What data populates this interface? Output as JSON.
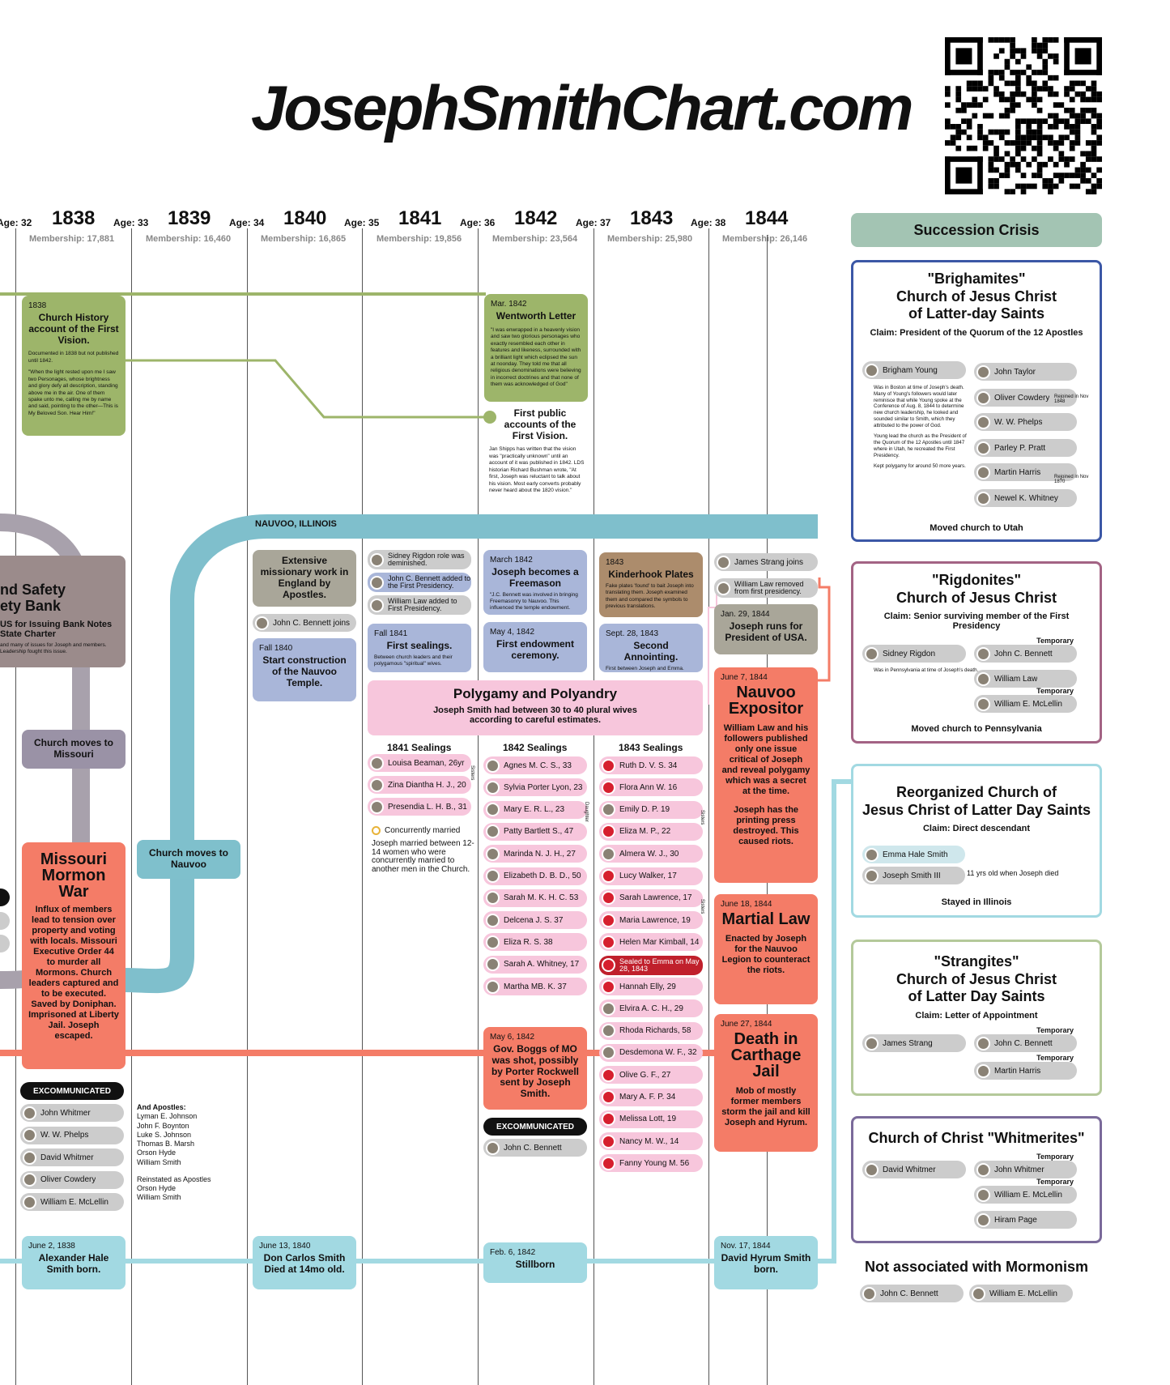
{
  "site": {
    "title": "JosephSmithChart.com"
  },
  "colors": {
    "green": "#9db56a",
    "blue_line": "#7fbfcc",
    "mauve": "#9b8b8b",
    "salmon": "#f47c67",
    "pink": "#f7c6dc",
    "light_teal": "#a2d9e2"
  },
  "timeline": [
    {
      "year": "1838",
      "age_prev": "Age: 32",
      "membership": "Membership: 17,881"
    },
    {
      "year": "1839",
      "age_prev": "Age: 33",
      "membership": "Membership: 16,460"
    },
    {
      "year": "1840",
      "age_prev": "Age: 34",
      "membership": "Membership: 16,865"
    },
    {
      "year": "1841",
      "age_prev": "Age: 35",
      "membership": "Membership: 19,856"
    },
    {
      "year": "1842",
      "age_prev": "Age: 36",
      "membership": "Membership: 23,564"
    },
    {
      "year": "1843",
      "age_prev": "Age: 37",
      "membership": "Membership: 25,980"
    },
    {
      "year": "1844",
      "age_prev": "Age: 38",
      "membership": "Membership: 26,146"
    }
  ],
  "nauvoo_label": "NAUVOO, ILLINOIS",
  "events": {
    "history_1838": {
      "date": "1838",
      "title": "Church History account of the First Vision.",
      "note": "Documented in 1838 but not published until 1842.",
      "quote": "\"When the light rested upon me I saw two Personages, whose brightness and glory defy all description, standing above me in the air. One of them spake unto me, calling me by name and said, pointing to the other—This is My Beloved Son. Hear Him!\""
    },
    "wentworth": {
      "date": "Mar. 1842",
      "title": "Wentworth Letter",
      "quote": "\"I was enwrapped in a heavenly vision and saw two glorious personages who exactly resembled each other in features and likeness, surrounded with a brilliant light which eclipsed the sun at noonday. They told me that all religious denominations were believing in incorrect doctrines and that none of them was acknowledged of God\""
    },
    "first_public": {
      "title": "First public accounts of the First Vision.",
      "note": "Jan Shipps has written that the vision was \"practically unknown\" until an account of it was published in 1842. LDS historian Richard Bushman wrote, \"At first, Joseph was reluctant to talk about his vision. Most early converts probably never heard about the 1820 vision.\""
    },
    "safety_bank": {
      "title1": "nd Safety",
      "title2": "ety Bank",
      "sub": "US for Issuing Bank Notes State Charter",
      "note": "and many of issues for Joseph and members. Leadership fought this issue."
    },
    "church_moves_missouri": {
      "title": "Church moves to Missouri"
    },
    "mormon_war": {
      "title": "Missouri Mormon War",
      "body": "Influx of members lead to tension over property and voting with locals. Missouri Executive Order 44 to murder all Mormons. Church leaders captured and to be executed. Saved by Doniphan. Imprisoned at Liberty Jail. Joseph escaped."
    },
    "church_moves_nauvoo": {
      "title": "Church moves to Nauvoo"
    },
    "missionary": {
      "title": "Extensive missionary work in England by Apostles."
    },
    "bennett_joins": "John C. Bennett joins",
    "temple": {
      "date": "Fall 1840",
      "title": "Start construction of the Nauvoo Temple."
    },
    "rigdon_role": "Sidney Rigdon role was deminished.",
    "bennett_added": "John C. Bennett added to the First Presidency.",
    "law_added": "William Law added to First Presidency.",
    "first_sealings": {
      "date": "Fall 1841",
      "title": "First sealings.",
      "note": "Between church leaders and their polygamous \"spiritual\" wives."
    },
    "freemason": {
      "date": "March 1842",
      "title": "Joseph becomes a Freemason",
      "note": "\"J.C. Bennett was involved in bringing Freemasonry to Nauvoo. This influenced the temple endowment."
    },
    "endowment": {
      "date": "May 4, 1842",
      "title": "First endowment ceremony."
    },
    "kinderhook": {
      "date": "1843",
      "title": "Kinderhook Plates",
      "note": "Fake plates 'found' to bait Joseph into translating them. Joseph examined them and compared the symbols to previous translations."
    },
    "anointing": {
      "date": "Sept. 28, 1843",
      "title": "Second Annointing.",
      "note": "First between Joseph and Emma."
    },
    "strang_joins": "James Strang joins",
    "law_removed": "William Law removed from first presidency.",
    "president": {
      "date": "Jan. 29, 1844",
      "title": "Joseph runs for President of USA."
    },
    "polygamy": {
      "title": "Polygamy and Polyandry",
      "body": "Joseph Smith had between 30 to 40 plural wives according to careful estimates."
    },
    "expositor": {
      "date": "June 7, 1844",
      "title": "Nauvoo Expositor",
      "body": "William Law and his followers published only one issue critical of Joseph and reveal polygamy which was a secret at the time.",
      "body2": "Joseph has the printing press destroyed. This caused riots."
    },
    "martial": {
      "date": "June 18, 1844",
      "title": "Martial Law",
      "body": "Enacted by Joseph for the Nauvoo Legion to counteract the riots."
    },
    "carthage": {
      "date": "June 27, 1844",
      "title": "Death in Carthage Jail",
      "body": "Mob of mostly former members storm the jail and kill Joseph and Hyrum."
    },
    "boggs": {
      "date": "May 6, 1842",
      "title": "Gov. Boggs of MO was shot, possibly by Porter Rockwell sent by Joseph Smith."
    },
    "alexander": {
      "date": "June 2, 1838",
      "title": "Alexander Hale Smith born."
    },
    "don_carlos": {
      "date": "June 13, 1840",
      "title": "Don Carlos Smith Died at 14mo old."
    },
    "stillborn": {
      "date": "Feb. 6, 1842",
      "title": "Stillborn"
    },
    "david_hyrum": {
      "date": "Nov. 17, 1844",
      "title": "David Hyrum Smith born."
    }
  },
  "excommunicated_label": "EXCOMMUNICATED",
  "excommunicated_1838": [
    "John Whitmer",
    "W. W. Phelps",
    "David Whitmer",
    "Oliver Cowdery",
    "William E. McLellin"
  ],
  "excommunicated_1842": [
    "John C. Bennett"
  ],
  "apostles_note": {
    "title": "And Apostles:",
    "names": "Lyman E. Johnson\nJohn F. Boynton\nLuke S. Johnson\nThomas B. Marsh\nOrson Hyde\nWilliam Smith",
    "reinstated": "Reinstated as Apostles\nOrson Hyde\nWilliam Smith"
  },
  "sealings": {
    "h1841": "1841 Sealings",
    "h1842": "1842 Sealings",
    "h1843": "1843 Sealings",
    "s1841": [
      "Louisa Beaman, 26yr",
      "Zina Diantha H. J., 20",
      "Presendia L. H. B., 31"
    ],
    "concurrent_label": "Concurrently married",
    "concurrent_note": "Joseph married between 12-14 women who were concurrently married to another men in the Church.",
    "sisters_label": "Sisters",
    "daughter_label": "Daughter",
    "s1842": [
      "Agnes M. C. S., 33",
      "Sylvia Porter Lyon, 23",
      "Mary E. R. L., 23",
      "Patty Bartlett S., 47",
      "Marinda N. J. H., 27",
      "Elizabeth D. B. D., 50",
      "Sarah M. K. H. C. 53",
      "Delcena J. S. 37",
      "Eliza R. S. 38",
      "Sarah A. Whitney, 17",
      "Martha MB. K. 37"
    ],
    "s1843": [
      "Ruth D. V. S. 34",
      "Flora Ann W. 16",
      "Emily D. P. 19",
      "Eliza M. P., 22",
      "Almera W. J., 30",
      "Lucy Walker, 17",
      "Sarah Lawrence, 17",
      "Maria Lawrence, 19",
      "Helen Mar Kimball, 14",
      "Sealed to Emma on May 28, 1843",
      "Hannah Elly, 29",
      "Elvira A. C. H., 29",
      "Rhoda Richards, 58",
      "Desdemona W. F., 32",
      "Olive G. F., 27",
      "Mary A. F. P. 34",
      "Melissa Lott, 19",
      "Nancy M. W., 14",
      "Fanny Young M. 56"
    ]
  },
  "succession": {
    "header": "Succession Crisis",
    "brighamites": {
      "title": "\"Brighamites\"\nChurch of Jesus Christ\nof Latter-day Saints",
      "claim": "Claim: President of the Quorum of the 12 Apostles",
      "leader": "Brigham Young",
      "note": "Was in Boston at time of Joseph's death. Many of Young's followers would later reminisce that while Young spoke at the Conference of Aug. 8, 1844 to determine new church leadership, he looked and sounded similar to Smith, which they attributed to the power of God.",
      "note2": "Young lead the church as the President of the Quorum of the 12 Apostles until 1847 where in Utah, he recreated the First Presidency.",
      "note3": "Kept polygamy for around 50 more years.",
      "members": [
        "John Taylor",
        "Oliver Cowdery",
        "W. W. Phelps",
        "Parley P. Pratt",
        "Martin Harris",
        "Newel K. Whitney"
      ],
      "rejoined_1848": "Rejoined in Nov 1848",
      "rejoined_1870": "Rejoined in Nov 1870",
      "moved": "Moved church to Utah"
    },
    "rigdonites": {
      "title": "\"Rigdonites\"\nChurch of Jesus Christ",
      "claim": "Claim: Senior surviving member of the First Presidency",
      "leader": "Sidney Rigdon",
      "note": "Was in Pennsylvania at time of Joseph's death.",
      "temporary": "Temporary",
      "members": [
        "John C. Bennett",
        "William Law",
        "William E. McLellin"
      ],
      "moved": "Moved church to Pennsylvania"
    },
    "reorganized": {
      "title": "Reorganized Church of\nJesus Christ of Latter Day Saints",
      "claim": "Claim: Direct descendant",
      "members": [
        "Emma Hale Smith",
        "Joseph Smith III"
      ],
      "note": "11 yrs old when Joseph died",
      "stayed": "Stayed in Illinois"
    },
    "strangites": {
      "title": "\"Strangites\"\nChurch of Jesus Christ\nof Latter Day Saints",
      "claim": "Claim: Letter of Appointment",
      "leader": "James Strang",
      "members": [
        "John C. Bennett",
        "Martin Harris"
      ]
    },
    "whitmerites": {
      "title": "Church of Christ \"Whitmerites\"",
      "leader": "David Whitmer",
      "members": [
        "John Whitmer",
        "William E. McLellin",
        "Hiram Page"
      ]
    },
    "not_associated": {
      "title": "Not associated with Mormonism",
      "members": [
        "John C. Bennett",
        "William E. McLellin"
      ]
    }
  }
}
